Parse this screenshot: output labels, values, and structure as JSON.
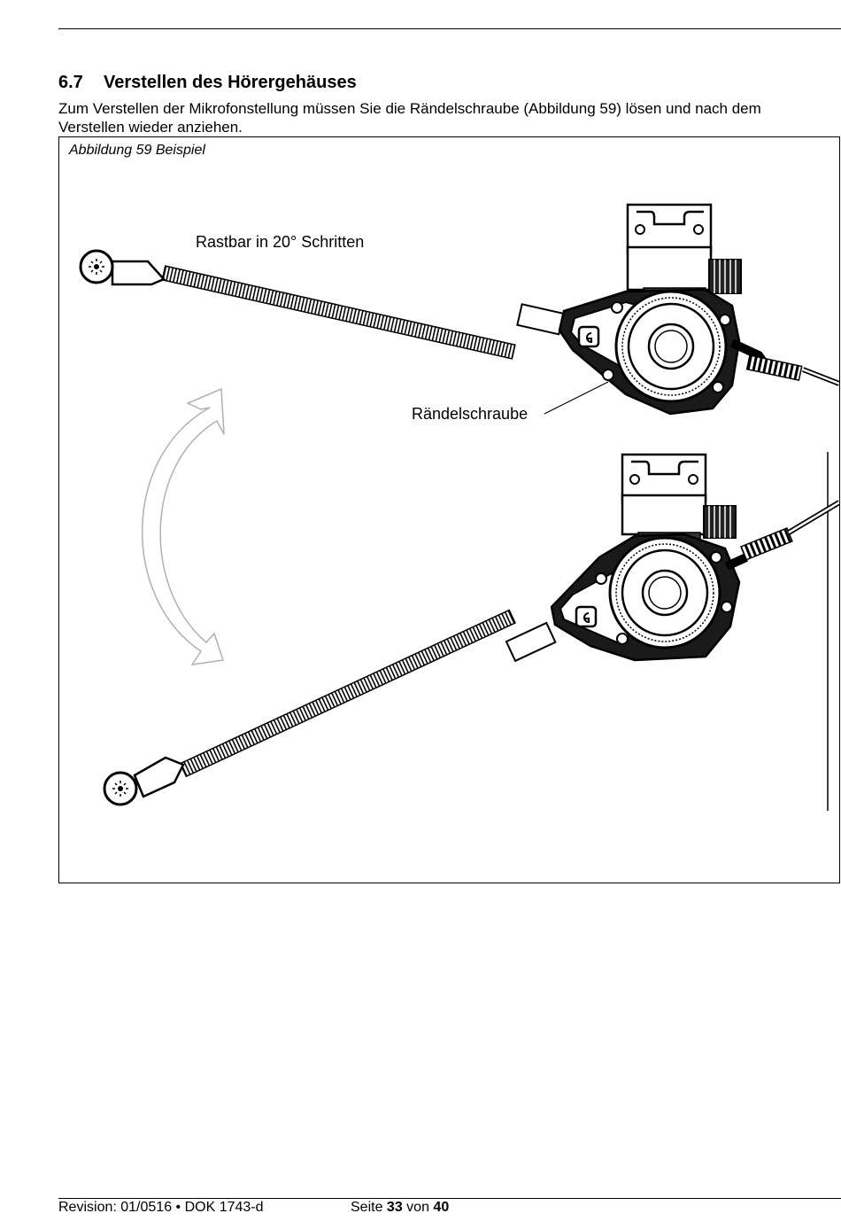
{
  "section": {
    "number": "6.7",
    "title": "Verstellen des Hörergehäuses",
    "body": "Zum Verstellen der Mikrofonstellung müssen Sie die Rändelschraube (Abbildung 59) lösen und nach dem Verstellen wieder anziehen."
  },
  "figure": {
    "caption": "Abbildung 59 Beispiel",
    "label_rotation": "Rastbar in 20° Schritten",
    "label_screw": "Rändelschraube"
  },
  "footer": {
    "revision": "Revision: 01/0516 • DOK 1743-d",
    "page_prefix": "Seite",
    "page_current": "33",
    "page_mid": "von",
    "page_total": "40"
  }
}
